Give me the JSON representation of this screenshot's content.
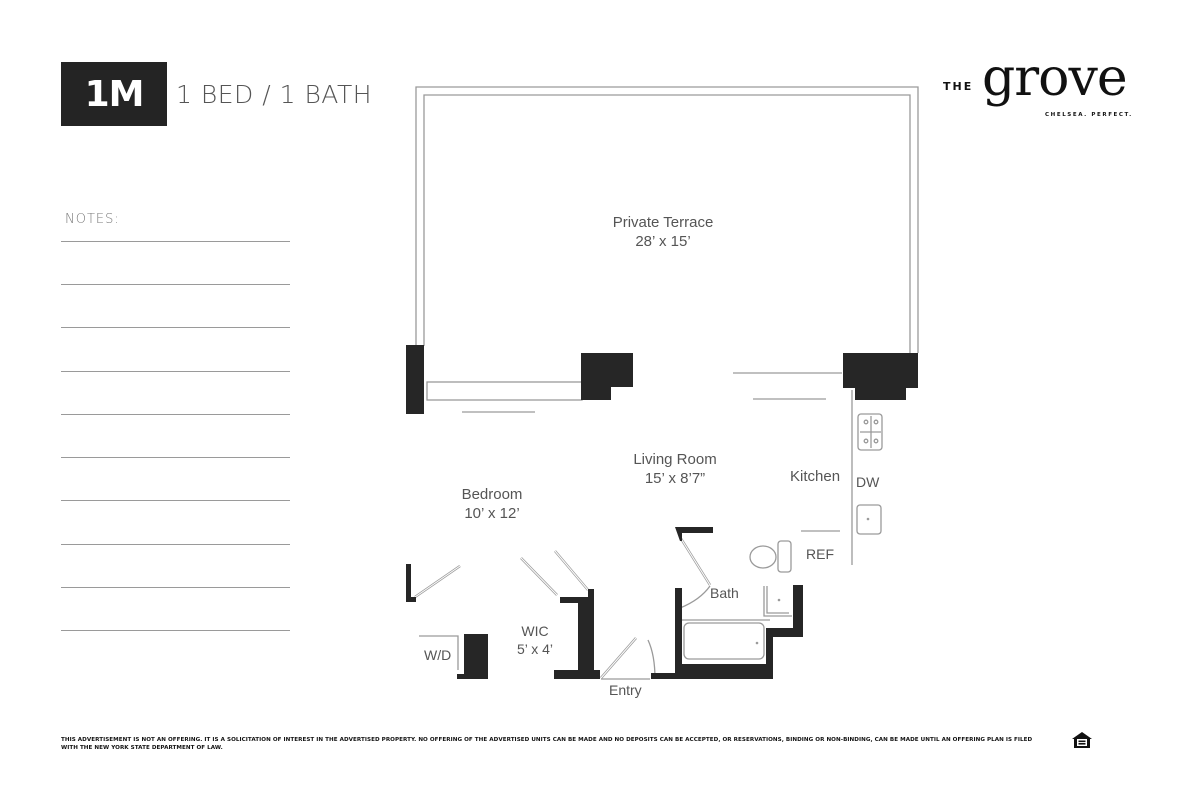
{
  "header": {
    "unit_code": "1M",
    "unit_type": "1 BED / 1 BATH"
  },
  "brand": {
    "prefix": "THE",
    "name": "grove",
    "tagline": "CHELSEA. PERFECT.",
    "logo_icon": "the-grove-logo"
  },
  "notes": {
    "label": "NOTES:",
    "line_count": 10
  },
  "floorplan": {
    "rooms": [
      {
        "name": "Private Terrace",
        "dimensions": "28’ x 15’"
      },
      {
        "name": "Living Room",
        "dimensions": "15’ x 8’7”"
      },
      {
        "name": "Bedroom",
        "dimensions": "10’ x 12’"
      },
      {
        "name": "Kitchen",
        "dimensions": ""
      },
      {
        "name": "Bath",
        "dimensions": ""
      },
      {
        "name": "WIC",
        "dimensions": "5’ x 4’"
      }
    ],
    "fixtures": {
      "dishwasher": "DW",
      "refrigerator": "REF",
      "washer_dryer": "W/D",
      "entry": "Entry"
    },
    "colors": {
      "wall": "#262626",
      "line": "#9a9a9a",
      "text": "#555555"
    }
  },
  "footer": {
    "disclaimer": "THIS ADVERTISEMENT IS NOT AN OFFERING. IT IS A SOLICITATION OF INTEREST IN THE ADVERTISED PROPERTY. NO OFFERING OF THE ADVERTISED UNITS CAN BE MADE AND NO DEPOSITS CAN BE ACCEPTED, OR RESERVATIONS, BINDING OR NON-BINDING, CAN BE MADE UNTIL AN OFFERING PLAN IS FILED WITH THE NEW YORK STATE DEPARTMENT OF LAW.",
    "equal_housing_icon": "equal-housing-opportunity-icon"
  }
}
